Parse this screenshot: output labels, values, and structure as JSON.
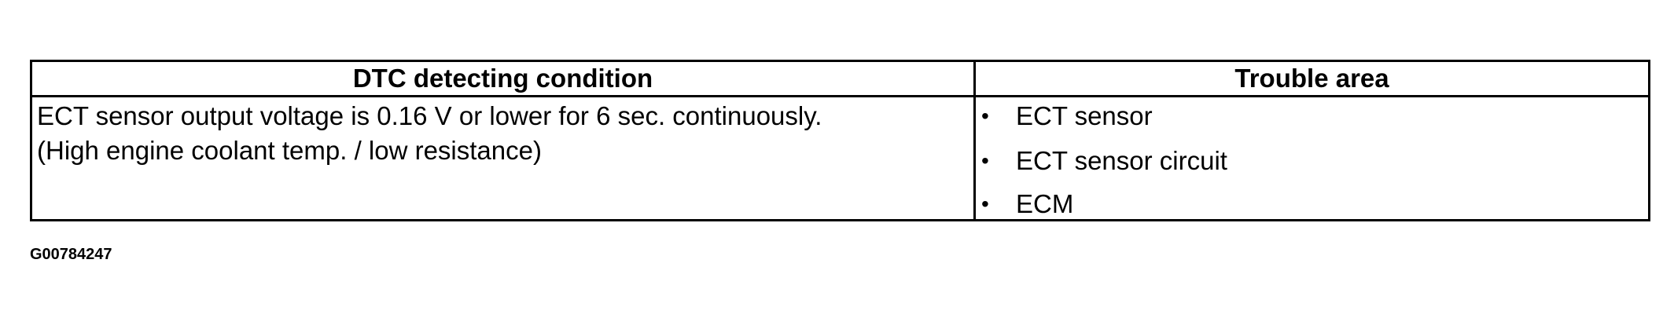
{
  "table": {
    "headers": {
      "condition": "DTC detecting condition",
      "trouble_area": "Trouble area"
    },
    "condition_lines": [
      "ECT sensor output voltage is 0.16 V or lower for 6 sec. continuously.",
      "(High engine coolant temp. / low resistance)"
    ],
    "bullet": "•",
    "trouble_areas": [
      "ECT sensor",
      "ECT sensor circuit",
      "ECM"
    ]
  },
  "figure_id": "G00784247"
}
